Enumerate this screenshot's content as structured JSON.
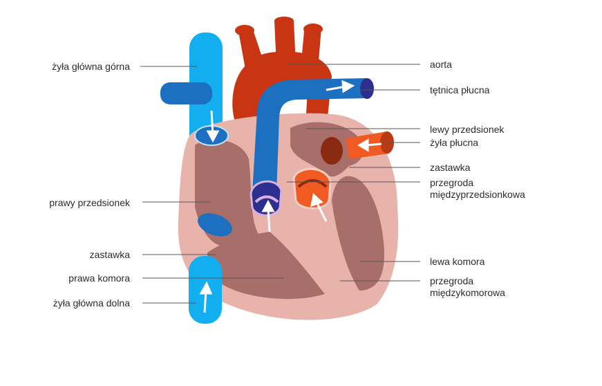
{
  "labels_left": [
    {
      "id": "svc",
      "text": "żyła główna górna"
    },
    {
      "id": "ra",
      "text": "prawy przedsionek"
    },
    {
      "id": "tv",
      "text": "zastawka"
    },
    {
      "id": "rv",
      "text": "prawa komora"
    },
    {
      "id": "ivc",
      "text": "żyła główna dolna"
    }
  ],
  "labels_right": [
    {
      "id": "aorta",
      "text": "aorta"
    },
    {
      "id": "pa",
      "text": "tętnica płucna"
    },
    {
      "id": "la",
      "text": "lewy przedsionek"
    },
    {
      "id": "pv",
      "text": "żyła płucna"
    },
    {
      "id": "mv",
      "text": "zastawka"
    },
    {
      "id": "ias",
      "line1": "przegroda",
      "line2": "międzyprzedsionkowa"
    },
    {
      "id": "lv",
      "text": "lewa komora"
    },
    {
      "id": "ivs",
      "line1": "przegroda",
      "line2": "międzykomorowa"
    }
  ],
  "colors": {
    "vena_blue": "#12aef0",
    "pulmonary_blue": "#1d6fbf",
    "aorta_red": "#c93512",
    "pulmonary_vein_orange": "#f05a23",
    "heart_outer": "#e8b3ab",
    "heart_inner": "#a86e6a",
    "valve_purple": "#2d2f8f",
    "leader_line": "#555555"
  }
}
